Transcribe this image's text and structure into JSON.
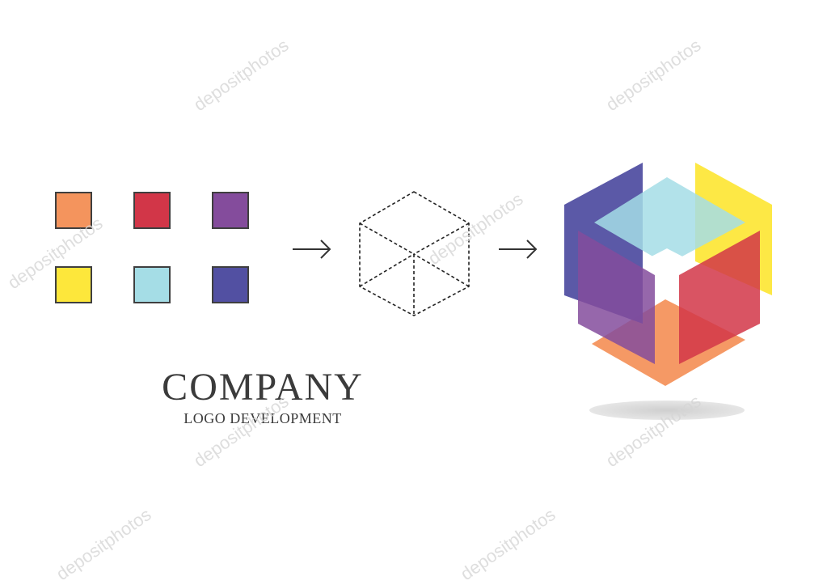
{
  "swatches": [
    {
      "name": "orange",
      "color": "#f4945d"
    },
    {
      "name": "red",
      "color": "#d23648"
    },
    {
      "name": "purple",
      "color": "#844c9c"
    },
    {
      "name": "yellow",
      "color": "#fde73b"
    },
    {
      "name": "light-blue",
      "color": "#a5dde6"
    },
    {
      "name": "indigo",
      "color": "#5250a2"
    }
  ],
  "brand": {
    "title": "COMPANY",
    "subtitle": "LOGO DEVELOPMENT"
  },
  "watermark": "depositphotos",
  "icons": [
    "arrow-right-icon",
    "wireframe-cube-icon",
    "arrow-right-icon",
    "cube-logo-icon"
  ]
}
